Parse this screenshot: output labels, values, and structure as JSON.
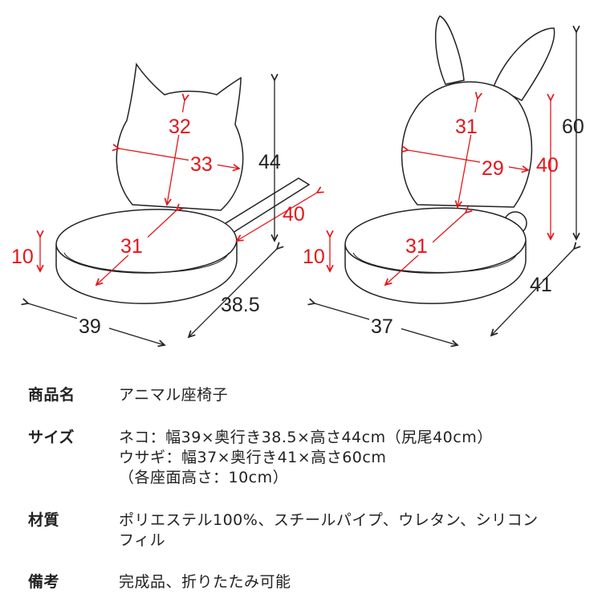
{
  "diagram": {
    "cat": {
      "head_height": "32",
      "head_width": "33",
      "seat_depth_inner": "31",
      "height": "44",
      "tail": "40",
      "seat_height": "10",
      "width": "39",
      "depth": "38.5"
    },
    "rabbit": {
      "head_height": "31",
      "head_width": "29",
      "back_height": "40",
      "height": "60",
      "seat_depth_inner": "31",
      "seat_height": "10",
      "width": "37",
      "depth": "41"
    },
    "colors": {
      "accent": "#e4161b",
      "line": "#222222"
    }
  },
  "specs": [
    {
      "label": "商品名",
      "lines": [
        "アニマル座椅子"
      ]
    },
    {
      "label": "サイズ",
      "lines": [
        "ネコ：幅39×奥行き38.5×高さ44cm（尻尾40cm）",
        "ウサギ：幅37×奥行き41×高さ60cm",
        "（各座面高さ：10cm）"
      ]
    },
    {
      "label": "材質",
      "lines": [
        "ポリエステル100%、スチールパイプ、ウレタン、シリコン",
        "フィル"
      ]
    },
    {
      "label": "備考",
      "lines": [
        "完成品、折りたたみ可能"
      ]
    }
  ]
}
